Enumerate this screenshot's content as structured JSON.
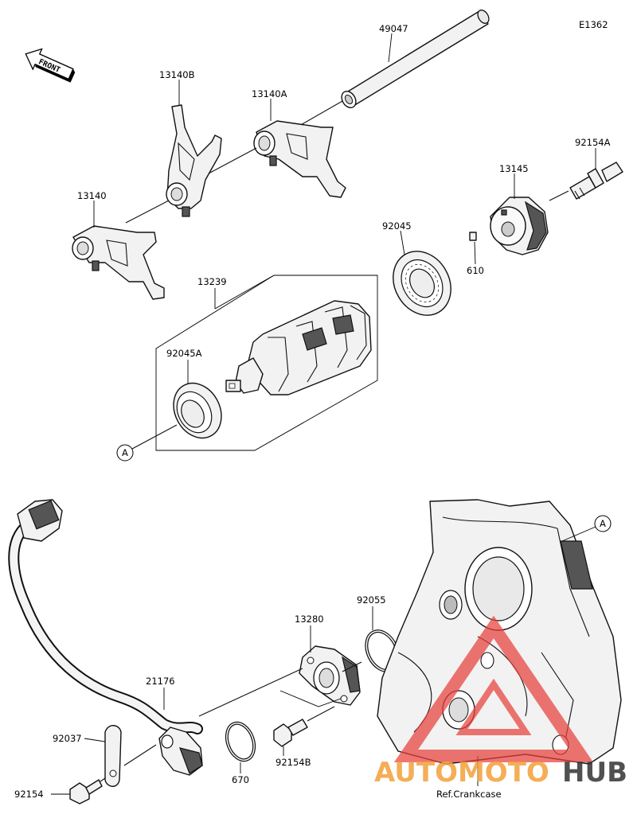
{
  "diagram_id": "E1362",
  "front_label": "FRONT",
  "ref_label": "Ref.Crankcase",
  "callout_letter": "A",
  "watermark": {
    "part1": "AUTOMOTO",
    "part2": "HUB",
    "color1": "#f3a03a",
    "color2": "#333333",
    "logo_color": "#e8413c"
  },
  "parts": {
    "p49047": "49047",
    "p13140B": "13140B",
    "p13140A": "13140A",
    "p13140": "13140",
    "p92154A": "92154A",
    "p13145": "13145",
    "p92045": "92045",
    "p610": "610",
    "p13239": "13239",
    "p92045A": "92045A",
    "p92055": "92055",
    "p13280": "13280",
    "p21176": "21176",
    "p92037": "92037",
    "p92154B": "92154B",
    "p670": "670",
    "p92154": "92154"
  }
}
